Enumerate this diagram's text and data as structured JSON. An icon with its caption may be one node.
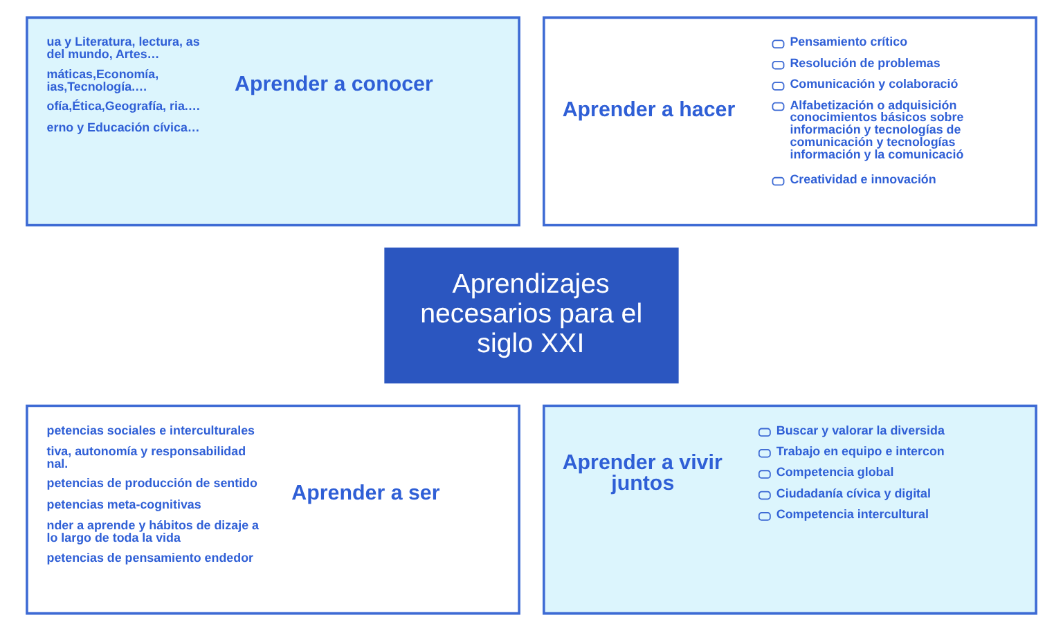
{
  "diagram": {
    "nodes": [
      {
        "text": [
          "Aprender a conocer",
          "ua y Literatura, lectura, as del mundo, Artes…",
          "máticas,Economía, ias,Tecnología.…",
          "ofía,Ética,Geografía, ria.…",
          "erno y Educación cívica…"
        ]
      },
      {
        "text": [
          "Aprender a hacer",
          "Pensamiento crítico",
          "Resolución de problemas",
          "Comunicación y colaboració",
          "Alfabetización o adquisición conocimientos básicos sobre información y tecnologías de comunicación y tecnologías información y la comunicació",
          "Creatividad e innovación"
        ]
      },
      {
        "text": [
          "Aprendizajes necesarios para el siglo XXI"
        ]
      },
      {
        "text": [
          "Aprender a ser",
          "petencias sociales e interculturales",
          "tiva, autonomía y responsabilidad nal.",
          "petencias de producción de sentido",
          "petencias meta-cognitivas",
          "nder a aprende y hábitos de dizaje a lo largo de toda la vida",
          "petencias de pensamiento endedor"
        ]
      },
      {
        "text": [
          "Aprender a vivir juntos",
          "Buscar y valorar la diversida",
          "Trabajo en equipo e intercon",
          "Competencia global",
          "Ciudadanía cívica y digital",
          "Competencia intercultural"
        ]
      }
    ]
  }
}
